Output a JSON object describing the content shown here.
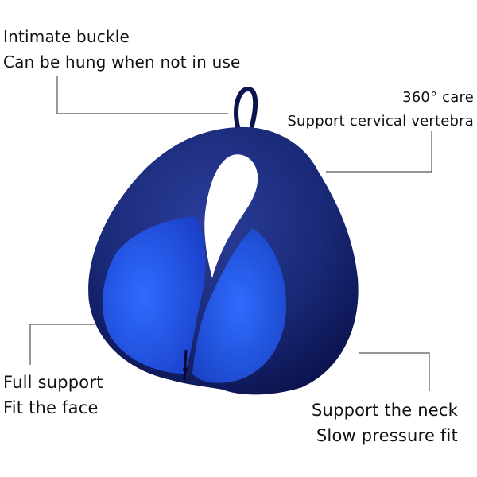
{
  "callouts": {
    "buckle": {
      "line1": "Intimate buckle",
      "line2": "Can be hung when not in use"
    },
    "care": {
      "line1": "360° care",
      "line2": "Support cervical vertebra"
    },
    "face": {
      "line1": "Full support",
      "line2": "Fit the face"
    },
    "neck": {
      "line1": "Support the neck",
      "line2": "Slow pressure fit"
    }
  },
  "product": {
    "name": "u-shaped neck pillow",
    "colors": {
      "outer": "#1a2a78",
      "outer_dark": "#0c1450",
      "inner": "#1f4fe0",
      "inner_light": "#2e6cff",
      "line": "#555555"
    }
  }
}
